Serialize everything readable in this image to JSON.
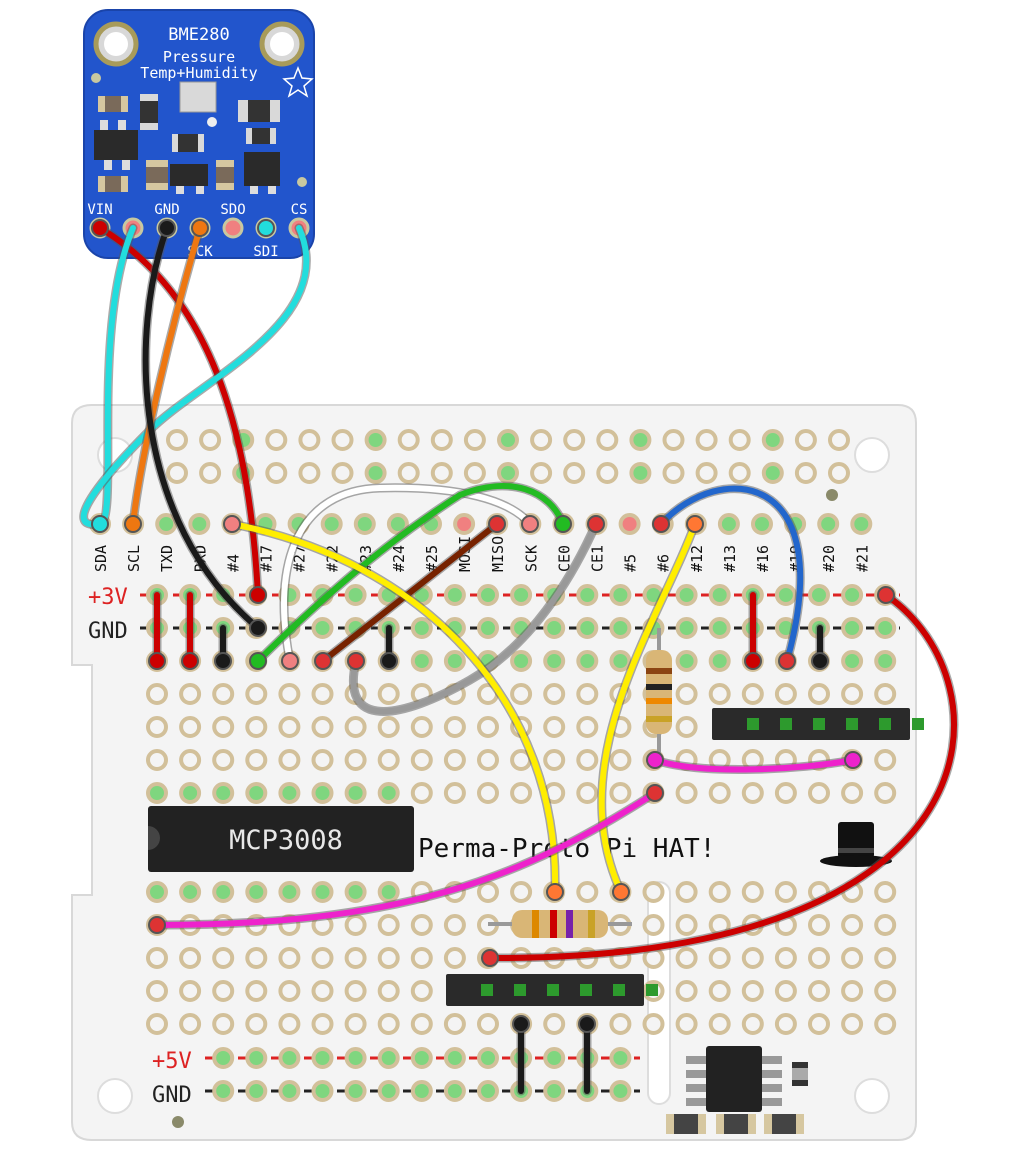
{
  "sensor": {
    "name": "BME280",
    "line1": "Pressure",
    "line2": "Temp+Humidity",
    "pins_top": [
      "VIN",
      "GND",
      "SDO",
      "CS"
    ],
    "pins_bottom": [
      "SCK",
      "SDI"
    ],
    "board_color": "#2255cc"
  },
  "hat": {
    "title": "Perma-Proto Pi HAT!",
    "rail_3v": "+3V",
    "rail_gnd_top": "GND",
    "rail_5v": "+5V",
    "rail_gnd_bottom": "GND",
    "header_labels": [
      "SDA",
      "SCL",
      "TXD",
      "RXD",
      "#4",
      "#17",
      "#27",
      "#22",
      "#23",
      "#24",
      "#25",
      "MOSI",
      "MISO",
      "SCK",
      "CE0",
      "CE1",
      "#5",
      "#6",
      "#12",
      "#13",
      "#16",
      "#19",
      "#20",
      "#21"
    ]
  },
  "chip": {
    "label": "MCP3008"
  },
  "colors": {
    "wire_red": "#cc0000",
    "wire_black": "#1a1a1a",
    "wire_orange": "#ee7711",
    "wire_cyan": "#22dddd",
    "wire_white": "#ffffff",
    "wire_green": "#22bb22",
    "wire_brown": "#772200",
    "wire_gray": "#999999",
    "wire_yellow": "#ffee00",
    "wire_blue": "#2266cc",
    "wire_magenta": "#ee22cc",
    "pad_green": "#7fd67f",
    "pad_tan": "#d2c09a"
  }
}
